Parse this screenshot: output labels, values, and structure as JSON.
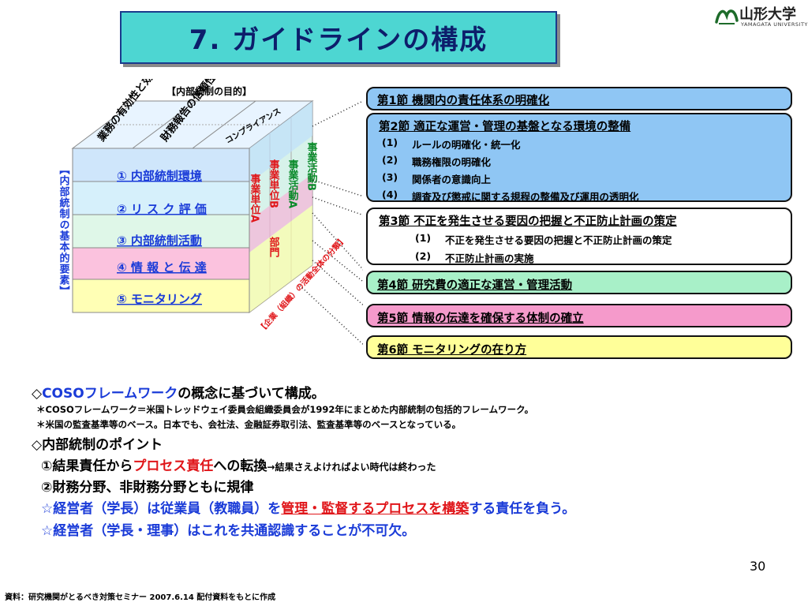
{
  "title": "7. ガイドラインの構成",
  "logo": {
    "main": "山形大学",
    "sub": "YAMAGATA UNIVERSITY",
    "icon": "yamagata-logo-icon"
  },
  "diagram": {
    "purpose_header": "【内部統制の目的】",
    "purposes": [
      "業務の有効性と効率性",
      "財務報告の信頼性",
      "コンプライアンス"
    ],
    "elements_header": "【内部統制の基本的要素】",
    "elements": [
      "① 内部統制環境",
      "② リ ス ク 評 価",
      "③ 内部統制活動",
      "④ 情 報 と 伝 達",
      "⑤ モニタリング"
    ],
    "units": [
      "事業単位A",
      "事業単位B",
      "事業活動A",
      "事業活動B",
      "部門"
    ],
    "scope_label": "【企業（組織）の活動全体の分類】"
  },
  "sections": [
    {
      "title": "第1節  機関内の責任体系の明確化",
      "items": []
    },
    {
      "title": "第2節  適正な運営・管理の基盤となる環境の整備",
      "items": [
        {
          "num": "(1)",
          "text": "ルールの明確化・統一化"
        },
        {
          "num": "(2)",
          "text": "職務権限の明確化"
        },
        {
          "num": "(3)",
          "text": "関係者の意識向上"
        },
        {
          "num": "(4)",
          "text": "調査及び懲戒に関する規程の整備及び運用の透明化"
        }
      ]
    },
    {
      "title": "第3節  不正を発生させる要因の把握と不正防止計画の策定",
      "items": [
        {
          "num": "(1)",
          "text": "不正を発生させる要因の把握と不正防止計画の策定"
        },
        {
          "num": "(2)",
          "text": "不正防止計画の実施"
        }
      ]
    },
    {
      "title": "第4節  研究費の適正な運営・管理活動",
      "items": []
    },
    {
      "title": "第5節  情報の伝達を確保する体制の確立",
      "items": []
    },
    {
      "title": "第6節  モニタリングの在り方",
      "items": []
    }
  ],
  "notes": {
    "line1_prefix": "◇",
    "line1_blue": "COSOフレームワーク",
    "line1_rest": "の概念に基づいて構成。",
    "line2": "＊COSOフレームワーク＝米国トレッドウェイ委員会組織委員会が1992年にまとめた内部統制の包括的フレームワーク。",
    "line3": "＊米国の監査基準等のベース。日本でも、会社法、金融証券取引法、監査基準等のベースとなっている。",
    "line4": "◇内部統制のポイント",
    "line5_a": "①結果責任から",
    "line5_red": "プロセス責任",
    "line5_b": "への転換",
    "line5_small": "→結果さえよければよい時代は終わった",
    "line6": "②財務分野、非財務分野ともに規律",
    "line7_a": "☆経営者（学長）は従業員（教職員）を",
    "line7_red": "管理・監督するプロセスを構築",
    "line7_b": "する責任を負う。",
    "line8": "☆経営者（学長・理事）はこれを共通認識することが不可欠。"
  },
  "page_number": "30",
  "source": "資料：研究機関がとるべき対策セミナー 2007.6.14  配付資料をもとに作成",
  "colors": {
    "title_bg": "#4dd6d2",
    "title_text": "#0d1e6b",
    "blue_box": "#8fc6f4",
    "green_box": "#a8f0c8",
    "pink_box": "#f59acb",
    "yellow_box": "#ffff99",
    "accent_red": "#e0161a",
    "accent_blue": "#1a3bd8",
    "label_green": "#0a8a2a"
  }
}
